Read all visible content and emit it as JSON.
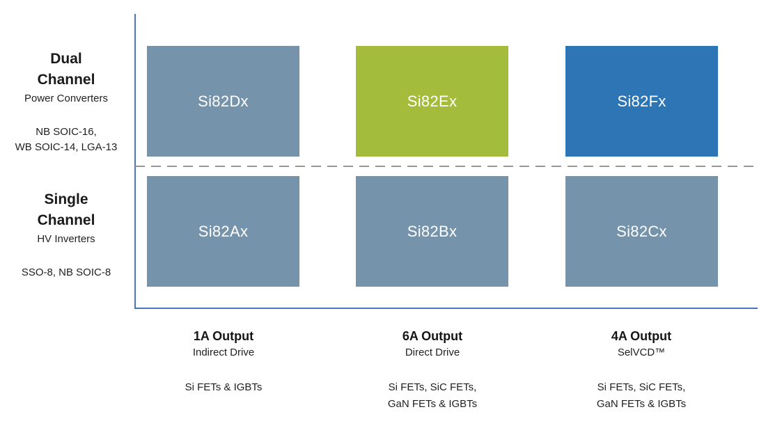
{
  "diagram": {
    "rows": [
      {
        "title": "Dual\nChannel",
        "subtitle": "Power Converters",
        "packages": "NB SOIC-16,\nWB SOIC-14, LGA-13",
        "cells": [
          {
            "part": "Si82Dx",
            "color": "#7594AB"
          },
          {
            "part": "Si82Ex",
            "color": "#A4BC3B"
          },
          {
            "part": "Si82Fx",
            "color": "#2E75B5"
          }
        ]
      },
      {
        "title": "Single\nChannel",
        "subtitle": "HV Inverters",
        "packages": "SSO-8, NB SOIC-8",
        "cells": [
          {
            "part": "Si82Ax",
            "color": "#7594AB"
          },
          {
            "part": "Si82Bx",
            "color": "#7594AB"
          },
          {
            "part": "Si82Cx",
            "color": "#7594AB"
          }
        ]
      }
    ],
    "columns": [
      {
        "title": "1A Output",
        "subtitle": "Indirect Drive",
        "devices": "Si FETs & IGBTs"
      },
      {
        "title": "6A Output",
        "subtitle": "Direct Drive",
        "devices": "Si FETs, SiC FETs,\nGaN FETs & IGBTs"
      },
      {
        "title": "4A Output",
        "subtitle": "SelVCD™",
        "devices": "Si FETs, SiC FETs,\nGaN FETs & IGBTs"
      }
    ],
    "colors": {
      "axis": "#4C74BE",
      "divider": "#969696",
      "slate_box": "#7594AB",
      "green_box": "#A4BC3B",
      "blue_box": "#2E75B5",
      "label_text": "#1F1F1F",
      "box_text": "#FFFFFF"
    }
  }
}
